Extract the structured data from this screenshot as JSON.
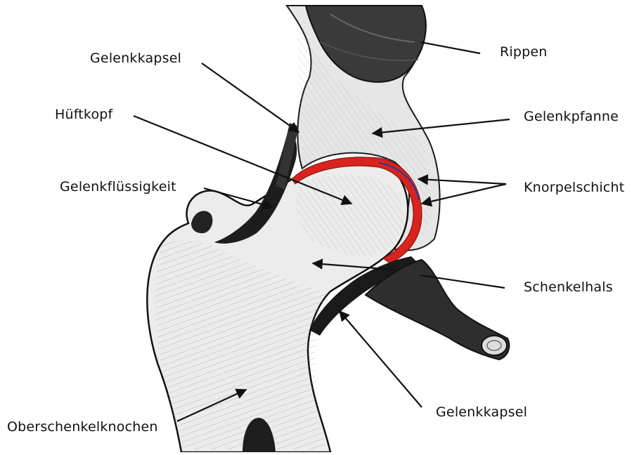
{
  "labels": {
    "gelenkkapsel_top": "Gelenkkapsel",
    "hueftkopf": "Hüftkopf",
    "gelenkfluessigkeit": "Gelenkflüssigkeit",
    "rippen": "Rippen",
    "gelenkpfanne": "Gelenkpfanne",
    "knorpelschicht": "Knorpelschicht",
    "schenkelhals": "Schenkelhals",
    "gelenkkapsel_bottom": "Gelenkkapsel",
    "oberschenkelknochen": "Oberschenkelknochen"
  },
  "colors": {
    "bone": "#ececec",
    "bone_shade": "#cfcfcf",
    "dark_tissue": "#2a2a2a",
    "cartilage_red": "#d8231e",
    "cartilage_blue": "#2a3aa0",
    "arrow": "#111111"
  }
}
